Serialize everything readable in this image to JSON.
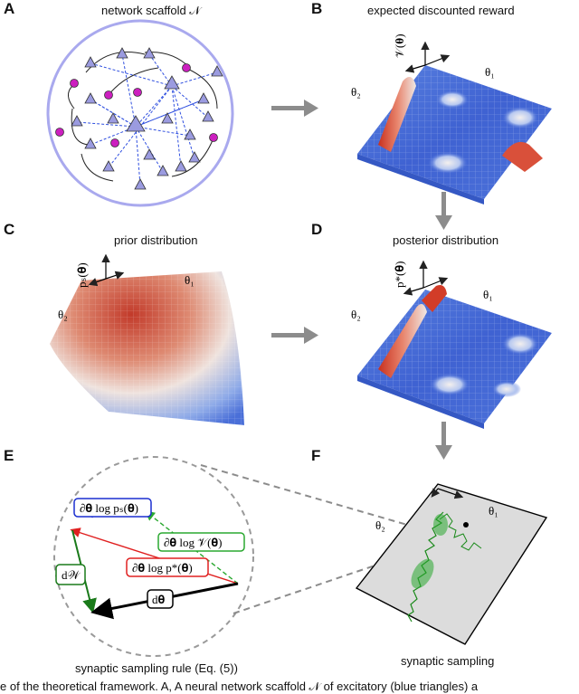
{
  "panels": {
    "A": {
      "letter": "A",
      "title": "network scaffold 𝒩"
    },
    "B": {
      "letter": "B",
      "title": "expected discounted reward",
      "axis_v": "𝒱(𝛉)",
      "axis_t1": "θ₁",
      "axis_t2": "θ₂"
    },
    "C": {
      "letter": "C",
      "title": "prior distribution",
      "axis_v": "pₛ(𝛉)",
      "axis_t1": "θ₁",
      "axis_t2": "θ₂"
    },
    "D": {
      "letter": "D",
      "title": "posterior distribution",
      "axis_v": "p*(𝛉)",
      "axis_t1": "θ₁",
      "axis_t2": "θ₂"
    },
    "E": {
      "letter": "E",
      "caption": "synaptic sampling rule (Eq. (5))",
      "terms": {
        "prior": "∂𝛉 log pₛ(𝛉)",
        "reward": "∂𝛉 log 𝒱(𝛉)",
        "posterior": "∂𝛉 log p*(𝛉)",
        "dW": "d𝒲",
        "dtheta": "d𝛉"
      }
    },
    "F": {
      "letter": "F",
      "caption": "synaptic sampling",
      "axis_t1": "θ₁",
      "axis_t2": "θ₂"
    }
  },
  "bottom_caption": "e of the theoretical framework. A, A neural network scaffold 𝒩 of excitatory (blue triangles) a",
  "colors": {
    "surface_low": "#4a6fd8",
    "surface_mid": "#f2ece8",
    "surface_high": "#c8301e",
    "excitatory": "#9b9be0",
    "inhibitory": "#cc1fbf",
    "arrow_gray": "#8c8c8c",
    "prior_arrow": "#1a2ed0",
    "reward_arrow": "#2aa830",
    "posterior_arrow": "#e02020",
    "dW_arrow": "#1a7a1a"
  }
}
